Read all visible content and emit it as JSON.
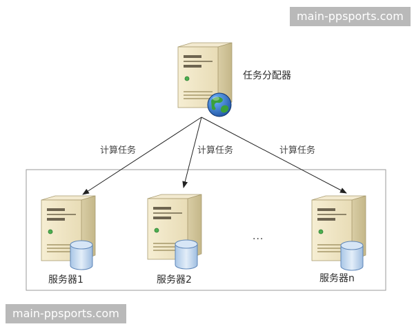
{
  "watermark_top": "main-ppsports.com",
  "watermark_bottom": "main-ppsports.com",
  "dispatcher": {
    "label": "任务分配器"
  },
  "edges": [
    {
      "label": "计算任务"
    },
    {
      "label": "计算任务"
    },
    {
      "label": "计算任务"
    }
  ],
  "servers": [
    {
      "label": "服务器1"
    },
    {
      "label": "服务器2"
    },
    {
      "label": "服务器n"
    }
  ],
  "ellipsis": "...",
  "colors": {
    "server_body": "#efe5c6",
    "server_shadow": "#cfc29a",
    "database": "#c9ddf0",
    "globe_ocean": "#2f6fc9",
    "globe_land": "#3aa03a",
    "group_border": "#9a9a9a",
    "arrow": "#222222",
    "watermark_bg": "#b9b9b9"
  }
}
